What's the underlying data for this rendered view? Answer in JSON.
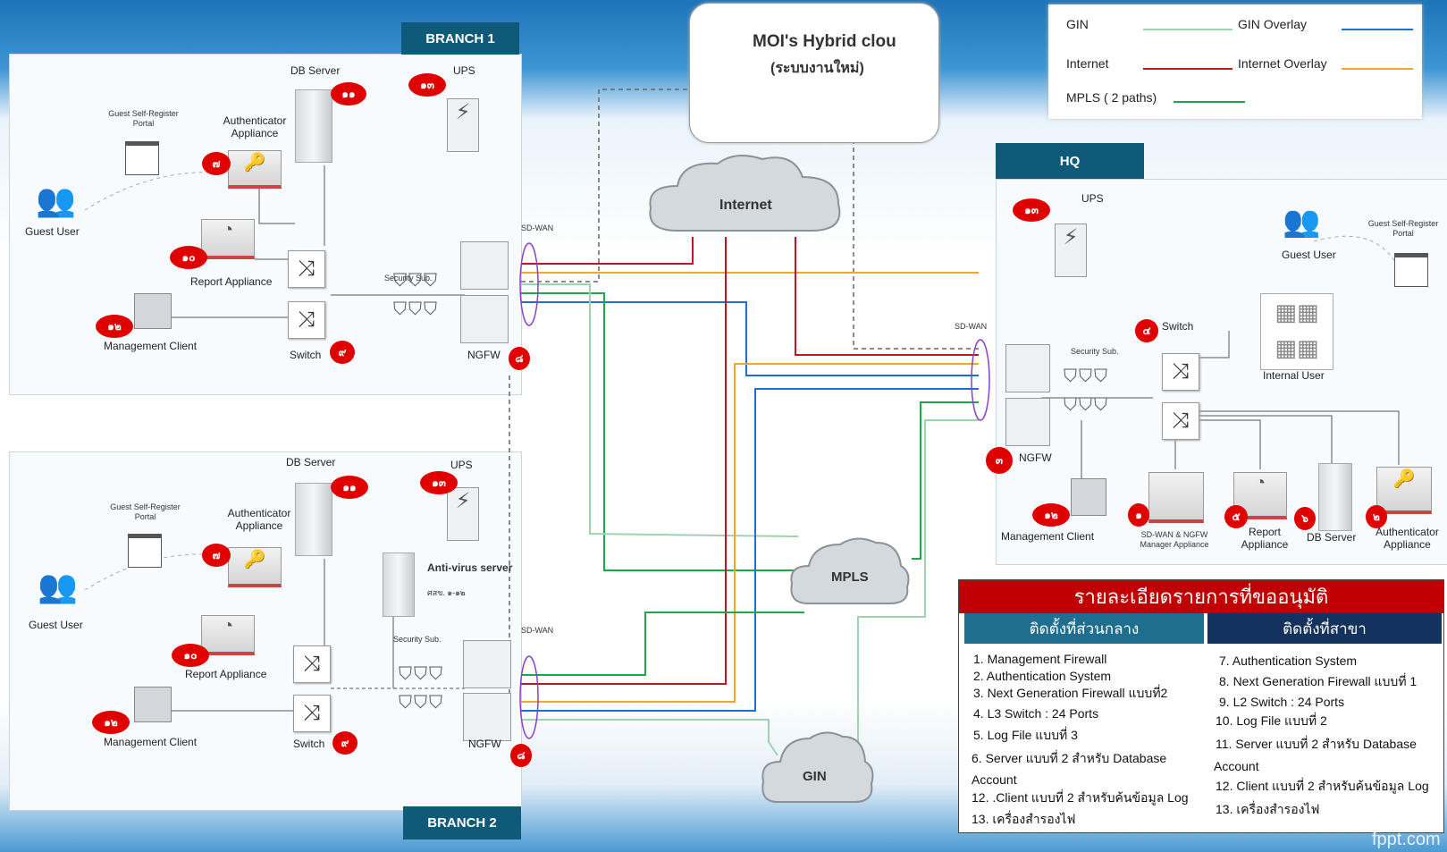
{
  "hybrid_cloud": {
    "title": "MOI's Hybrid clou",
    "subtitle": "(ระบบงานใหม่)"
  },
  "legend": {
    "gin": "GIN",
    "gin_overlay": "GIN Overlay",
    "internet": "Internet",
    "internet_overlay": "Internet Overlay",
    "mpls": "MPLS ( 2 paths)",
    "colors": {
      "gin": "#9fd3b0",
      "gin_overlay": "#1f6fd1",
      "internet": "#c0161c",
      "internet_overlay": "#f5a623",
      "mpls": "#1aa84a"
    }
  },
  "clouds": {
    "internet": "Internet",
    "mpls": "MPLS",
    "gin": "GIN"
  },
  "branch1": {
    "header": "BRANCH 1",
    "db_server": "DB Server",
    "db_badge": "๑๑",
    "ups": "UPS",
    "ups_badge": "๑๓",
    "portal": "Guest Self-Register Portal",
    "auth": "Authenticator Appliance",
    "auth_badge": "๗",
    "guest": "Guest User",
    "report": "Report Appliance",
    "report_badge": "๑๐",
    "mgmt": "Management Client",
    "mgmt_badge": "๑๒",
    "switch": "Switch",
    "switch_badge": "๙",
    "security": "Security Sub.",
    "ngfw": "NGFW",
    "ngfw_badge": "๘",
    "sdwan": "SD-WAN"
  },
  "branch2": {
    "header": "BRANCH 2",
    "db_server": "DB Server",
    "db_badge": "๑๑",
    "ups": "UPS",
    "ups_badge": "๑๓",
    "portal": "Guest Self-Register Portal",
    "auth": "Authenticator Appliance",
    "auth_badge": "๗",
    "antivirus": "Anti-virus server",
    "antivirus_sub": "ศสข. ๑-๑๒",
    "guest": "Guest User",
    "report": "Report Appliance",
    "report_badge": "๑๐",
    "mgmt": "Management Client",
    "mgmt_badge": "๑๒",
    "switch": "Switch",
    "switch_badge": "๙",
    "security": "Security Sub.",
    "ngfw": "NGFW",
    "ngfw_badge": "๘",
    "sdwan": "SD-WAN"
  },
  "hq": {
    "header": "HQ",
    "ups": "UPS",
    "ups_badge": "๑๓",
    "guest": "Guest User",
    "portal": "Guest Self-Register Portal",
    "switch": "Switch",
    "switch_badge": "๔",
    "internal": "Internal User",
    "security": "Security Sub.",
    "sdwan": "SD-WAN",
    "ngfw": "NGFW",
    "ngfw_badge": "๓",
    "mgmt": "Management Client",
    "mgmt_badge": "๑๒",
    "sdwan_mgr": "SD-WAN & NGFW Manager Appliance",
    "sdwan_mgr_badge": "๑",
    "report": "Report Appliance",
    "report_badge": "๕",
    "db": "DB Server",
    "db_badge": "๖",
    "auth": "Authenticator Appliance",
    "auth_badge": "๒"
  },
  "table": {
    "title": "รายละเอียดรายการที่ขออนุมัติ",
    "col_left": "ติดตั้งที่ส่วนกลาง",
    "col_right": "ติดตั้งที่สาขา",
    "left_items": [
      "1. Management Firewall",
      "2. Authentication System",
      "3. Next Generation Firewall แบบที่2",
      "4. L3 Switch : 24 Ports",
      "5.  Log File แบบที่ 3",
      "6. Server แบบที่ 2 สำหรับ Database",
      "Account",
      "12. .Client แบบที่ 2 สำหรับค้นข้อมูล Log",
      "13. เครื่องสำรองไฟ"
    ],
    "right_items": [
      "7. Authentication System",
      "8. Next Generation Firewall แบบที่ 1",
      "9. L2 Switch : 24 Ports",
      "10. Log File แบบที่ 2",
      "11. Server แบบที่ 2 สำหรับ Database",
      "Account",
      "12. Client แบบที่ 2 สำหรับค้นข้อมูล Log",
      "13. เครื่องสำรองไฟ"
    ]
  },
  "footer": "fppt.com"
}
